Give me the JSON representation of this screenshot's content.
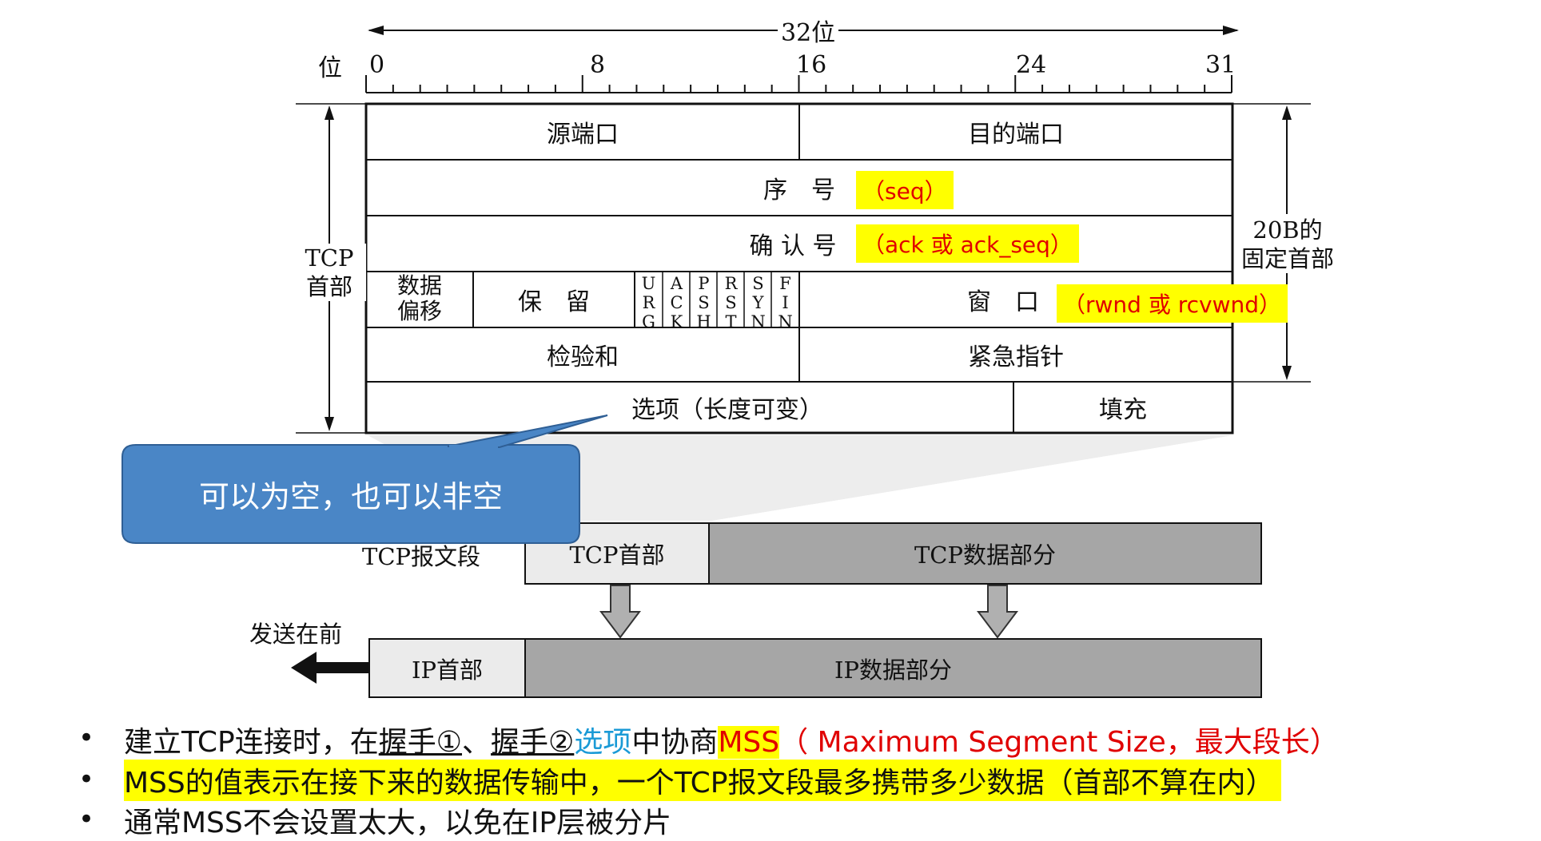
{
  "header": {
    "total_bits_label": "32位",
    "bit_axis_label": "位",
    "bit_marks": [
      "0",
      "8",
      "16",
      "24",
      "31"
    ]
  },
  "tcp_header": {
    "side_label_line1": "TCP",
    "side_label_line2": "首部",
    "fixed_label_line1": "20B的",
    "fixed_label_line2": "固定首部",
    "src_port": "源端口",
    "dst_port": "目的端口",
    "seq": "序　号",
    "seq_note": "（seq）",
    "ack": "确 认 号",
    "ack_note": "（ack 或 ack_seq）",
    "data_offset_line1": "数据",
    "data_offset_line2": "偏移",
    "reserved": "保　留",
    "flags": [
      [
        "U",
        "R",
        "G"
      ],
      [
        "A",
        "C",
        "K"
      ],
      [
        "P",
        "S",
        "H"
      ],
      [
        "R",
        "S",
        "T"
      ],
      [
        "S",
        "Y",
        "N"
      ],
      [
        "F",
        "I",
        "N"
      ]
    ],
    "window": "窗　口",
    "window_note": "（rwnd 或 rcvwnd）",
    "checksum": "检验和",
    "urgent_ptr": "紧急指针",
    "options": "选项（长度可变）",
    "padding": "填充"
  },
  "callout": {
    "text": "可以为空，也可以非空",
    "color": "#4a86c6"
  },
  "segment": {
    "label": "TCP报文段",
    "header": "TCP首部",
    "data": "TCP数据部分"
  },
  "ip": {
    "send_first": "发送在前",
    "header": "IP首部",
    "data": "IP数据部分"
  },
  "bullets": {
    "b1_part1": "建立TCP连接时，在",
    "b1_hs1": "握手①",
    "b1_sep": "、",
    "b1_hs2": "握手②",
    "b1_opt": "选项",
    "b1_mid": "中协商",
    "b1_mss": "MSS",
    "b1_paren": "（ Maximum Segment Size，最大段长）",
    "b2": "MSS的值表示在接下来的数据传输中，一个TCP报文段最多携带多少数据（首部不算在内）",
    "b3": "通常MSS不会设置太大，以免在IP层被分片",
    "bullet_char": "•"
  }
}
